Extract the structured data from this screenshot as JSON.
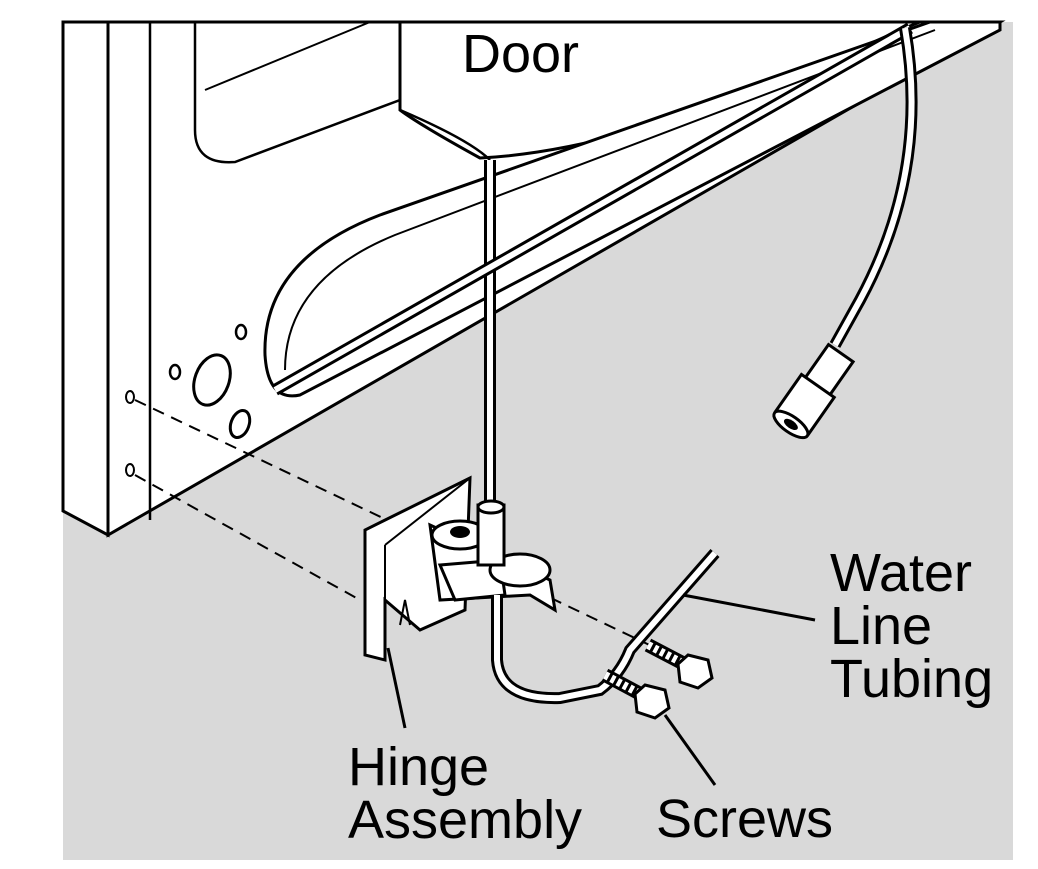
{
  "labels": {
    "door": "Door",
    "water_line_tubing": "Water\nLine\nTubing",
    "hinge_assembly": "Hinge\nAssembly",
    "screws": "Screws"
  },
  "colors": {
    "background": "#ffffff",
    "floor": "#d9d9d9",
    "cabinet_light": "#f2f2f2",
    "line": "#000000"
  }
}
